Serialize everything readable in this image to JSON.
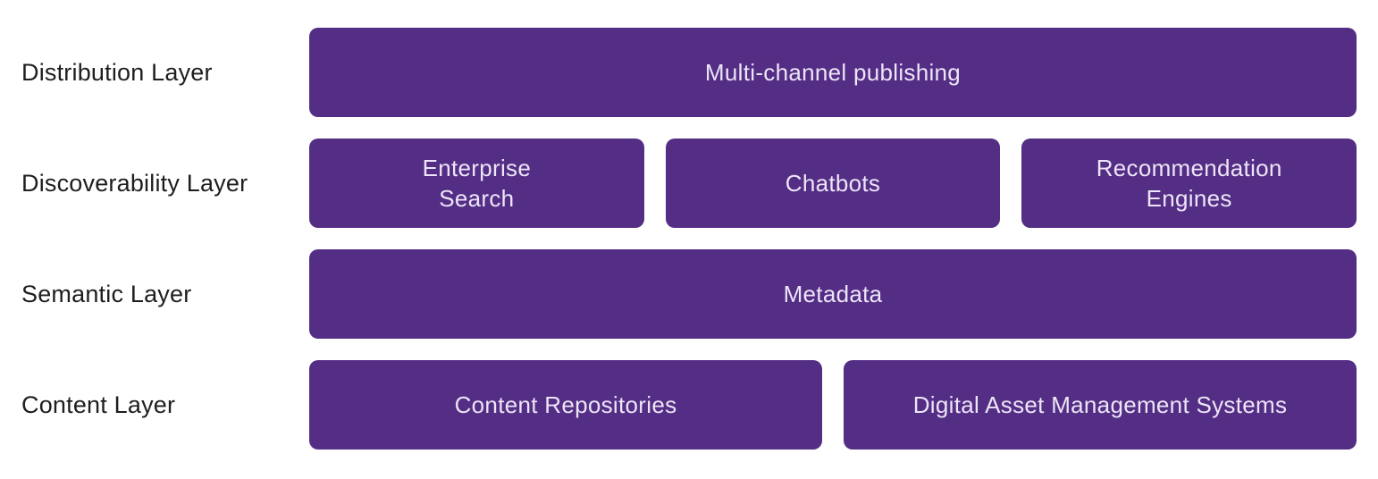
{
  "diagram": {
    "colors": {
      "accent": "#542d85",
      "text_on_accent": "#ece5f7",
      "label_text": "#1e1e1e",
      "background": "#ffffff"
    },
    "rows": [
      {
        "label": "Distribution Layer",
        "boxes": [
          "Multi-channel publishing"
        ]
      },
      {
        "label": "Discoverability Layer",
        "boxes": [
          "Enterprise\nSearch",
          "Chatbots",
          "Recommendation\nEngines"
        ]
      },
      {
        "label": "Semantic Layer",
        "boxes": [
          "Metadata"
        ]
      },
      {
        "label": "Content Layer",
        "boxes": [
          "Content Repositories",
          "Digital Asset Management Systems"
        ]
      }
    ]
  }
}
